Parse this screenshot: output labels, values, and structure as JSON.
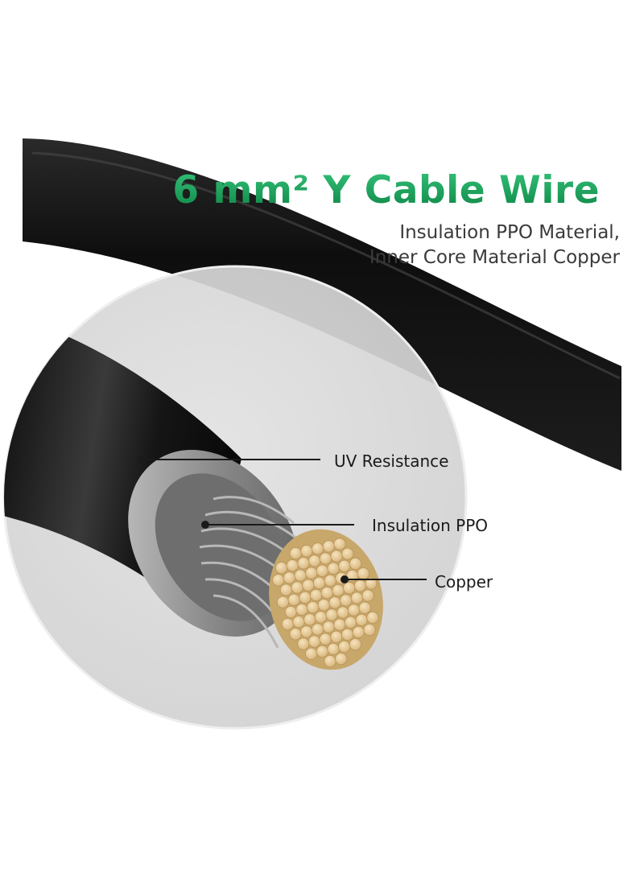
{
  "title": "6 mm² Y Cable Wire",
  "subtitle_lines": [
    "Insulation PPO Material,",
    "Inner Core Material Copper"
  ],
  "callouts": {
    "uv": "UV Resistance",
    "insulation": "Insulation PPO",
    "copper": "Copper"
  },
  "colors": {
    "title_green_light": "#2bb673",
    "title_green_dark": "#0f8a4a",
    "cable_jacket": "#151515",
    "insulation_layer": "#9a9a9a",
    "copper_strand": "#e8cfa0",
    "magnifier_fill": "#d9d9d9"
  }
}
